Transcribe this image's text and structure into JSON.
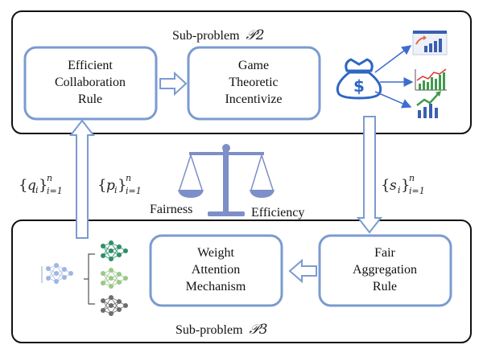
{
  "subproblem_top": {
    "prefix": "Sub-problem",
    "symbol": "𝒫2"
  },
  "subproblem_bottom": {
    "prefix": "Sub-problem",
    "symbol": "𝒫3"
  },
  "boxes": {
    "efficient_collaboration": [
      "Efficient",
      "Collaboration",
      "Rule"
    ],
    "game_theoretic": [
      "Game",
      "Theoretic",
      "Incentivize"
    ],
    "fair_aggregation": [
      "Fair",
      "Aggregation",
      "Rule"
    ],
    "weight_attention": [
      "Weight",
      "Attention",
      "Mechanism"
    ]
  },
  "labels": {
    "q": {
      "open": "{",
      "var": "q",
      "sub": "i",
      "close": "}",
      "upper": "n",
      "lower": "i=1"
    },
    "p": {
      "open": "{",
      "var": "p",
      "sub": "i",
      "close": "}",
      "upper": "n",
      "lower": "i=1"
    },
    "s": {
      "open": "{",
      "var": "s",
      "sub": "i",
      "close": "}",
      "upper": "n",
      "lower": "i=1"
    }
  },
  "scale": {
    "left_label": "Fairness",
    "right_label": "Efficiency"
  },
  "icons": {
    "money_bag": "$"
  },
  "colors": {
    "box_stroke": "#7b9bd1",
    "box_fill": "#ffffff",
    "arrow": "#7b9bd1",
    "scale": "#7d8fc8",
    "money": "#2d66c3",
    "chart_blue": "#3a5fb0",
    "chart_green": "#3f9b4a",
    "net_green": "#2f8f6a",
    "net_light": "#9cc78a",
    "net_gray": "#6d6d6d"
  }
}
